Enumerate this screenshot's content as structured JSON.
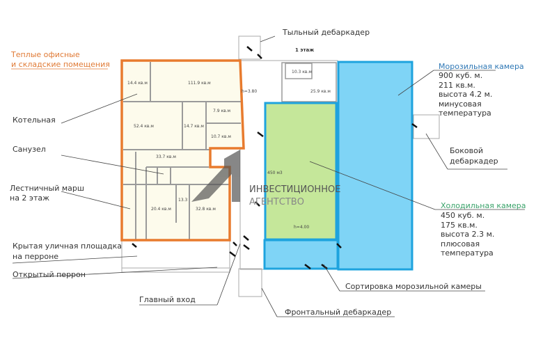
{
  "floor_label": "1 этаж",
  "colors": {
    "office_outline": "#e87b2e",
    "office_fill": "#fdfbec",
    "cold_fill": "#c5e79a",
    "freezer_fill": "#7fd4f6",
    "freezer_outline": "#1ea3de",
    "freezer_title": "#2f78b5",
    "cold_title": "#3aa36a"
  },
  "rooms": {
    "r1": "14.4 кв.м",
    "r2": "111.9 кв.м",
    "r3": "52.4 кв.м",
    "r4": "14.7 кв.м",
    "r5": "7.9 кв.м",
    "r6": "10.7 кв.м",
    "r7": "33.7 кв.м",
    "r8": "20.4 кв.м",
    "r9": "13.3",
    "r10": "32.8 кв.м",
    "r11": "10.3 кв.м",
    "r12": "25.9 кв.м",
    "h1": "h=3.80",
    "cold_volume": "450 м3",
    "h2": "h=4.00"
  },
  "watermark": {
    "line1": "ИНВЕСТИЦИОННОЕ",
    "line2": "АГЕНТСТВО"
  },
  "labels": {
    "offices_1": "Теплые офисные",
    "offices_2": "и складские помещения",
    "boiler": "Котельная",
    "wc": "Санузел",
    "stairs_1": "Лестничный марш",
    "stairs_2": "на 2 этаж",
    "covered_1": "Крытая уличная площадка",
    "covered_2": "на перроне",
    "open_perron": "Открытый перрон",
    "main_entrance": "Главный вход",
    "rear_dock": "Тыльный дебаркадер",
    "side_dock_1": "Боковой",
    "side_dock_2": "дебаркадер",
    "sorting": "Сортировка морозильной камеры",
    "front_dock": "Фронтальный дебаркадер"
  },
  "freezer": {
    "title": "Морозильная камера",
    "lines": [
      "900 куб. м.",
      "211 кв.м.",
      "высота 4.2 м.",
      "минусовая",
      "температура"
    ]
  },
  "cold": {
    "title": "Холодильная камера",
    "lines": [
      "450 куб. м.",
      "175 кв.м.",
      "высота 2.3 м.",
      "плюсовая",
      "температура"
    ]
  }
}
